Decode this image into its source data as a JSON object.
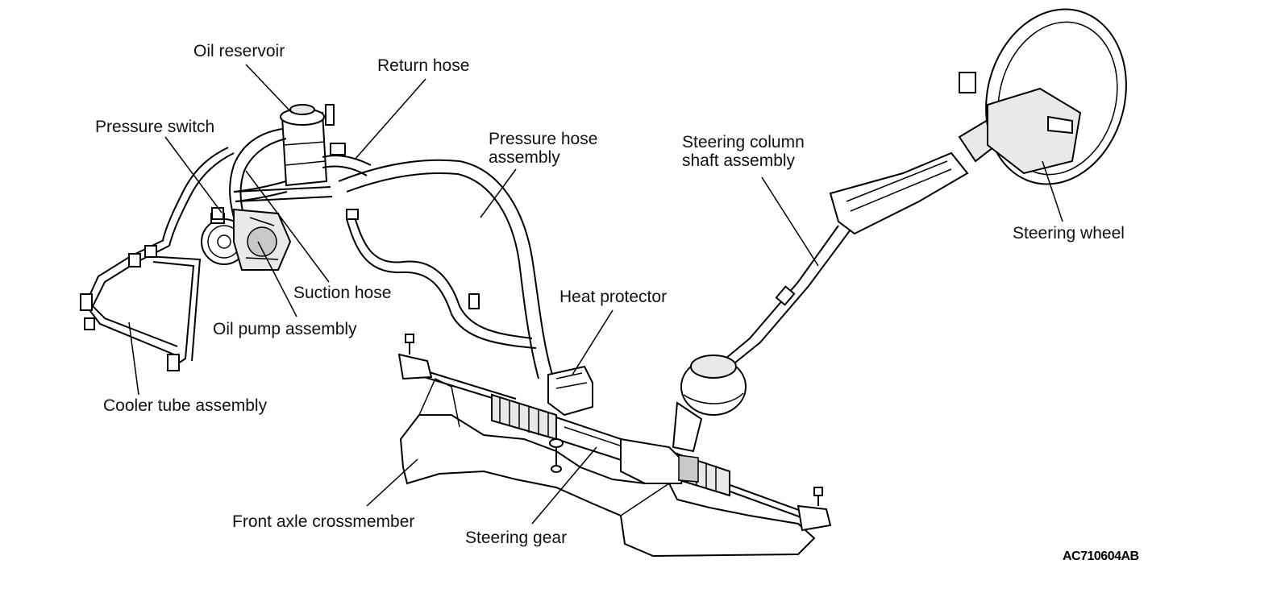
{
  "figure_code": "AC710604AB",
  "labels": {
    "oil_reservoir": "Oil reservoir",
    "return_hose": "Return hose",
    "pressure_switch": "Pressure switch",
    "pressure_hose_assembly": "Pressure hose\nassembly",
    "steering_column_shaft_assembly": "Steering column\nshaft assembly",
    "steering_wheel": "Steering wheel",
    "suction_hose": "Suction hose",
    "oil_pump_assembly": "Oil pump assembly",
    "heat_protector": "Heat protector",
    "cooler_tube_assembly": "Cooler tube assembly",
    "front_axle_crossmember": "Front axle crossmember",
    "steering_gear": "Steering gear"
  },
  "colors": {
    "line": "#000000",
    "background": "#ffffff",
    "text": "#111111"
  }
}
